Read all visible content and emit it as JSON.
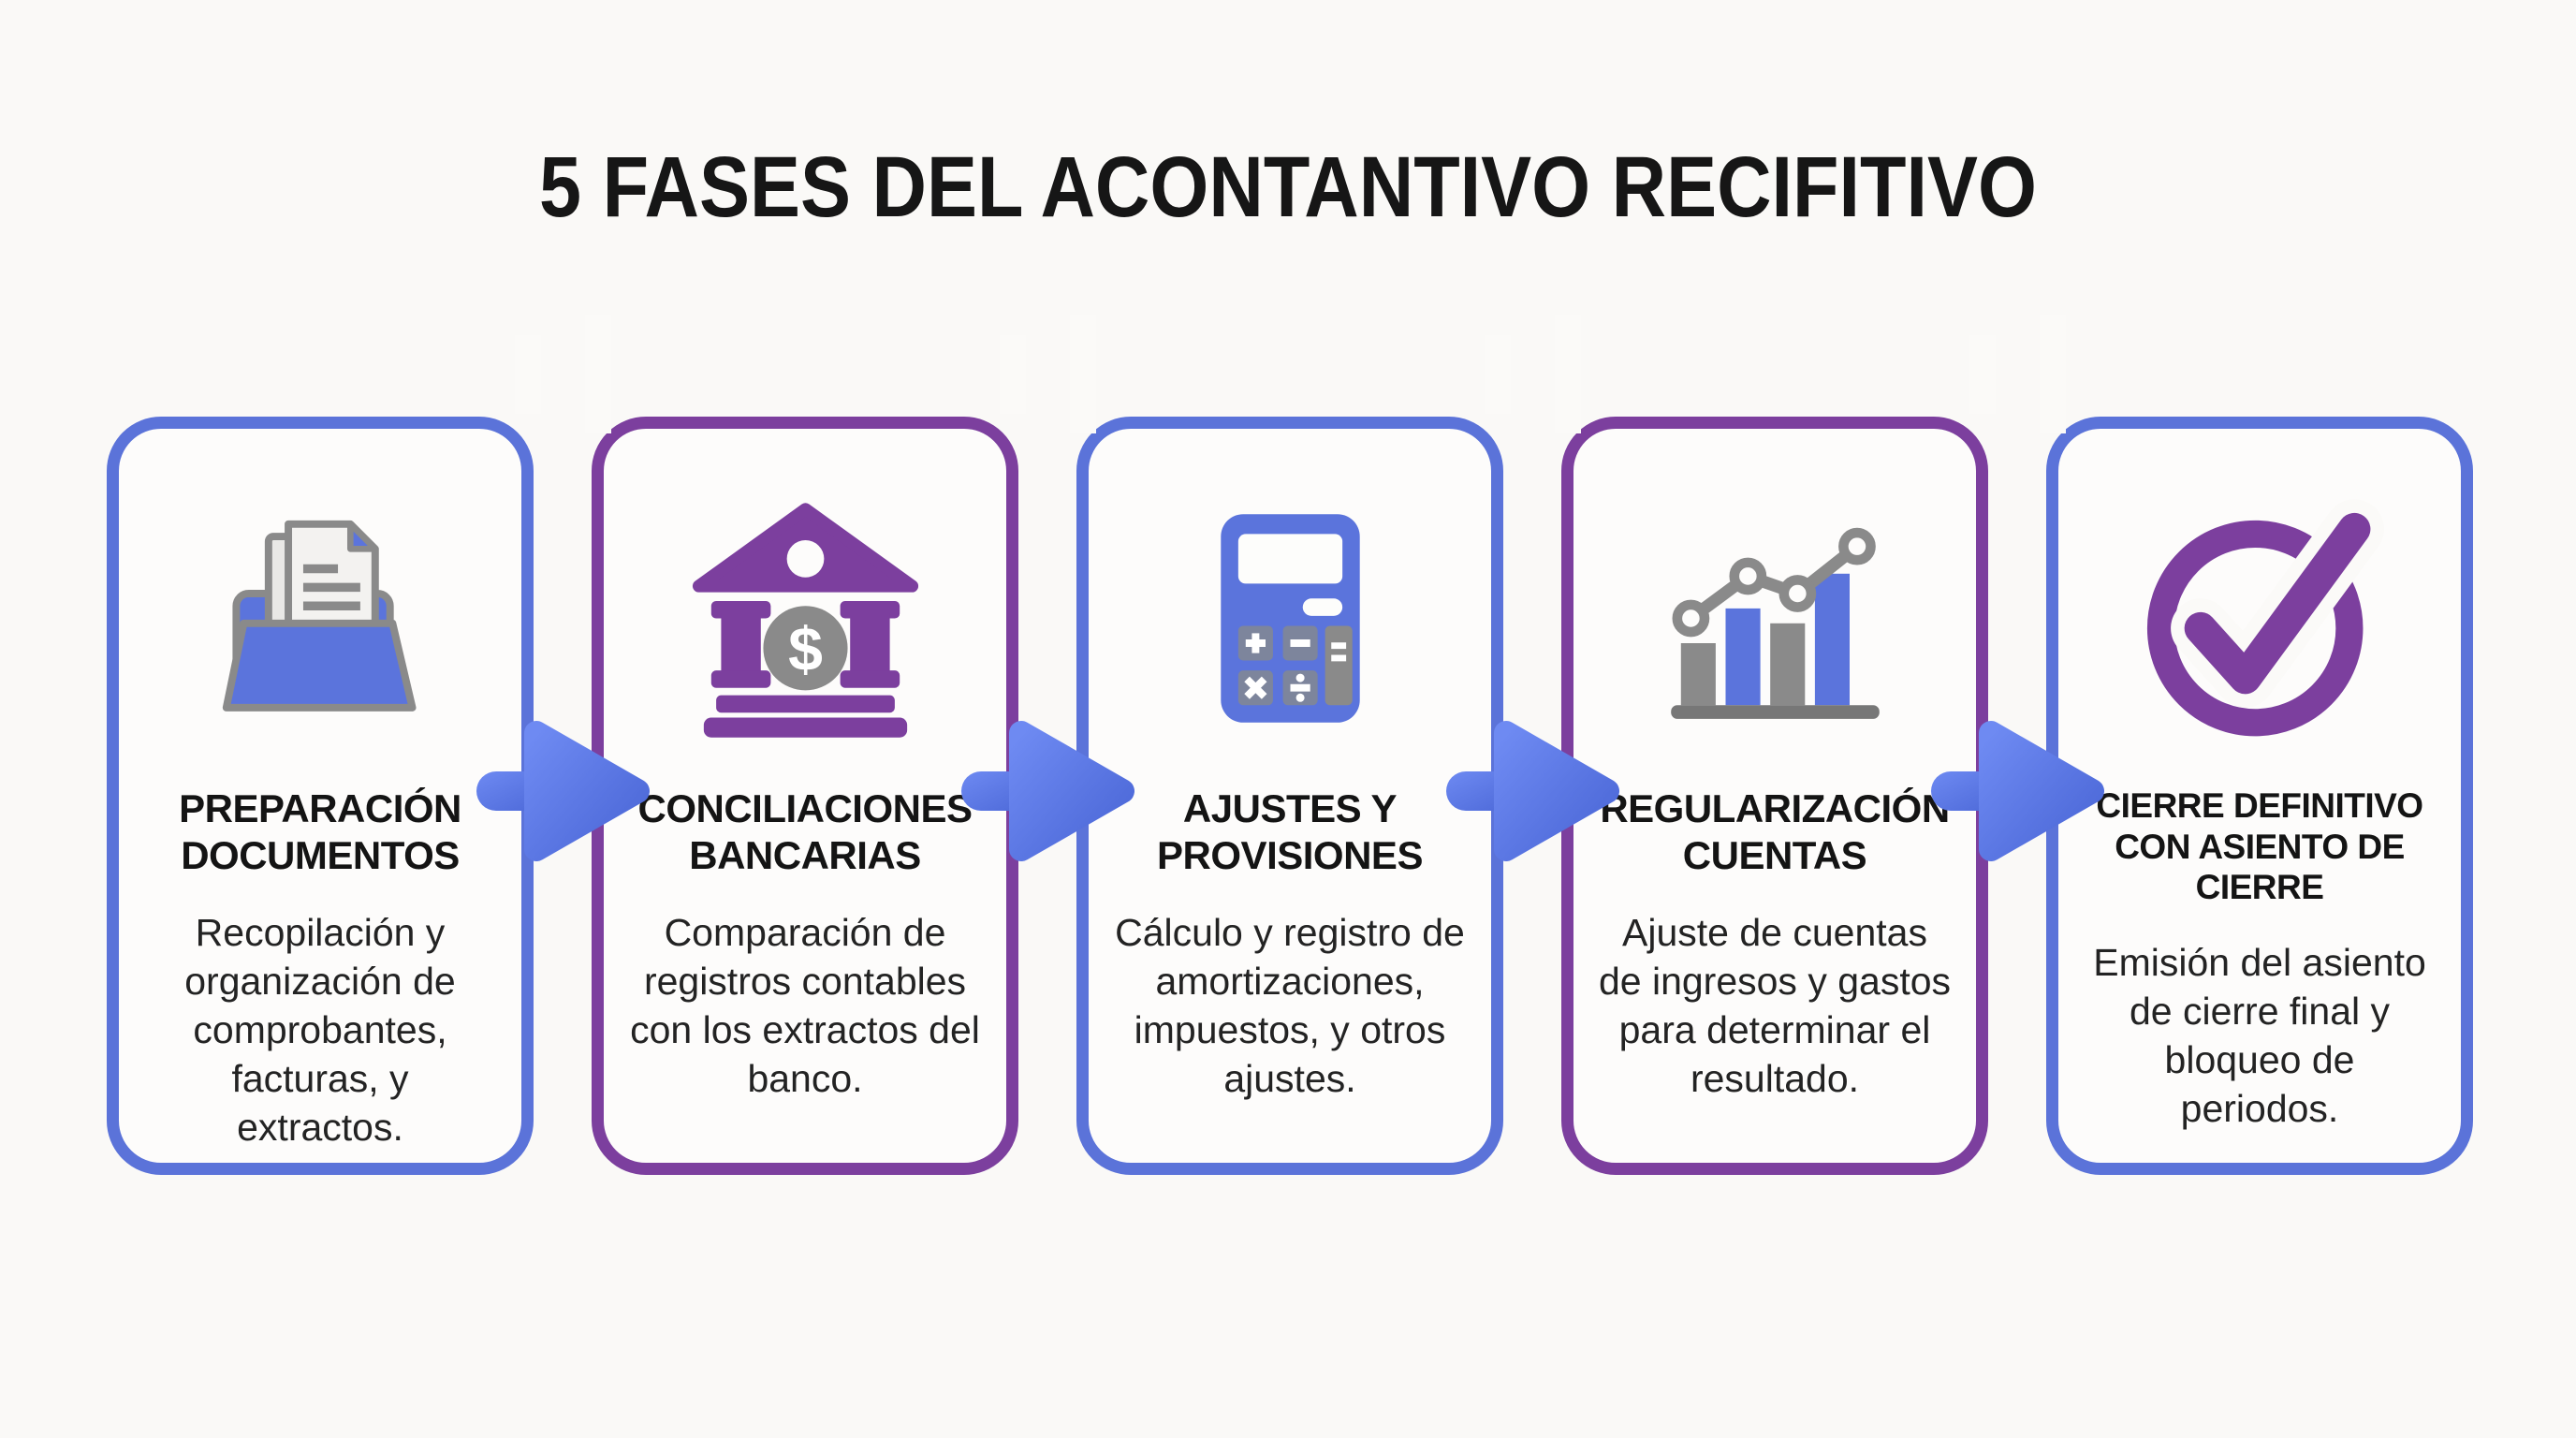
{
  "title": "5 FASES DEL ACONTANTIVO RECIFITIVO",
  "colors": {
    "background": "#faf9f7",
    "card_background": "#fdfcfb",
    "blue_accent": "#5b73d9",
    "purple_accent": "#7c3f9e",
    "arrow_blue": "#5b79e6",
    "icon_gray": "#8a8a8a",
    "title_text": "#161616",
    "body_text": "#232323"
  },
  "cards": [
    {
      "title": "PREPARACIÓN DOCUMENTOS",
      "description": "Recopilación y organización de comprobantes, facturas, y extractos.",
      "icon": "folder-documents-icon",
      "accent": "blue"
    },
    {
      "title": "CONCILIACIONES BANCARIAS",
      "description": "Comparación de registros contables con los extractos del banco.",
      "icon": "bank-icon",
      "accent": "purple"
    },
    {
      "title": "AJUSTES Y PROVISIONES",
      "description": "Cálculo y registro de amortizaciones, impuestos, y otros ajustes.",
      "icon": "calculator-icon",
      "accent": "blue"
    },
    {
      "title": "REGULARIZACIÓN CUENTAS",
      "description": "Ajuste de cuentas de ingresos y gastos para determinar el resultado.",
      "icon": "bar-chart-icon",
      "accent": "purple"
    },
    {
      "title": "CIERRE DEFINITIVO CON ASIENTO DE CIERRE",
      "description": "Emisión del asiento de cierre final y bloqueo de periodos.",
      "icon": "check-circle-icon",
      "accent": "blue"
    }
  ],
  "connector": {
    "icon": "arrow-right-icon",
    "direction": "right"
  }
}
